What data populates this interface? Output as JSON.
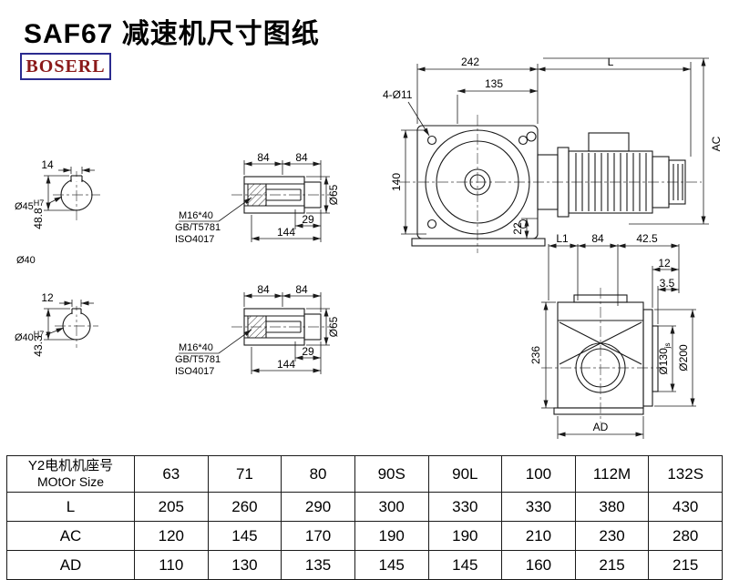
{
  "page": {
    "title": "SAF67 减速机尺寸图纸",
    "logo": "BOSERL"
  },
  "front_view": {
    "dim_242": "242",
    "dim_L": "L",
    "dim_135": "135",
    "holes_label": "4-Ø11",
    "dim_140": "140",
    "dim_22": "22",
    "dim_AC": "AC"
  },
  "shaft_top": {
    "dim_14": "14",
    "dia": "Ø45",
    "dia_tol": "H7",
    "dim_height": "48.8",
    "dia_label": "Ø40"
  },
  "shaft_bottom": {
    "dim_12": "12",
    "dia": "Ø40",
    "dia_tol": "H7",
    "dim_height": "43.3"
  },
  "detail_top": {
    "dim_84a": "84",
    "dim_84b": "84",
    "dim_29": "29",
    "dim_144": "144",
    "dia_65": "Ø65",
    "bolt_spec": "M16*40",
    "standard_1": "GB/T5781",
    "standard_2": "ISO4017"
  },
  "detail_bottom": {
    "dim_84a": "84",
    "dim_84b": "84",
    "dim_29": "29",
    "dim_144": "144",
    "dia_65": "Ø65",
    "bolt_spec": "M16*40",
    "standard_1": "GB/T5781",
    "standard_2": "ISO4017"
  },
  "side_view": {
    "dim_L1": "L1",
    "dim_84": "84",
    "dim_42_5": "42.5",
    "dim_12": "12",
    "dim_3_5": "3.5",
    "dim_236": "236",
    "dia_130": "Ø130",
    "dia_130_tol": "js",
    "dia_200": "Ø200",
    "dim_AD": "AD"
  },
  "table": {
    "motor_label_cn": "Y2电机机座号",
    "motor_label_en": "MOtOr Size",
    "sizes": [
      "63",
      "71",
      "80",
      "90S",
      "90L",
      "100",
      "112M",
      "132S"
    ],
    "rows": [
      {
        "label": "L",
        "values": [
          "205",
          "260",
          "290",
          "300",
          "330",
          "330",
          "380",
          "430"
        ]
      },
      {
        "label": "AC",
        "values": [
          "120",
          "145",
          "170",
          "190",
          "190",
          "210",
          "230",
          "280"
        ]
      },
      {
        "label": "AD",
        "values": [
          "110",
          "130",
          "135",
          "145",
          "145",
          "160",
          "215",
          "215"
        ]
      }
    ]
  }
}
